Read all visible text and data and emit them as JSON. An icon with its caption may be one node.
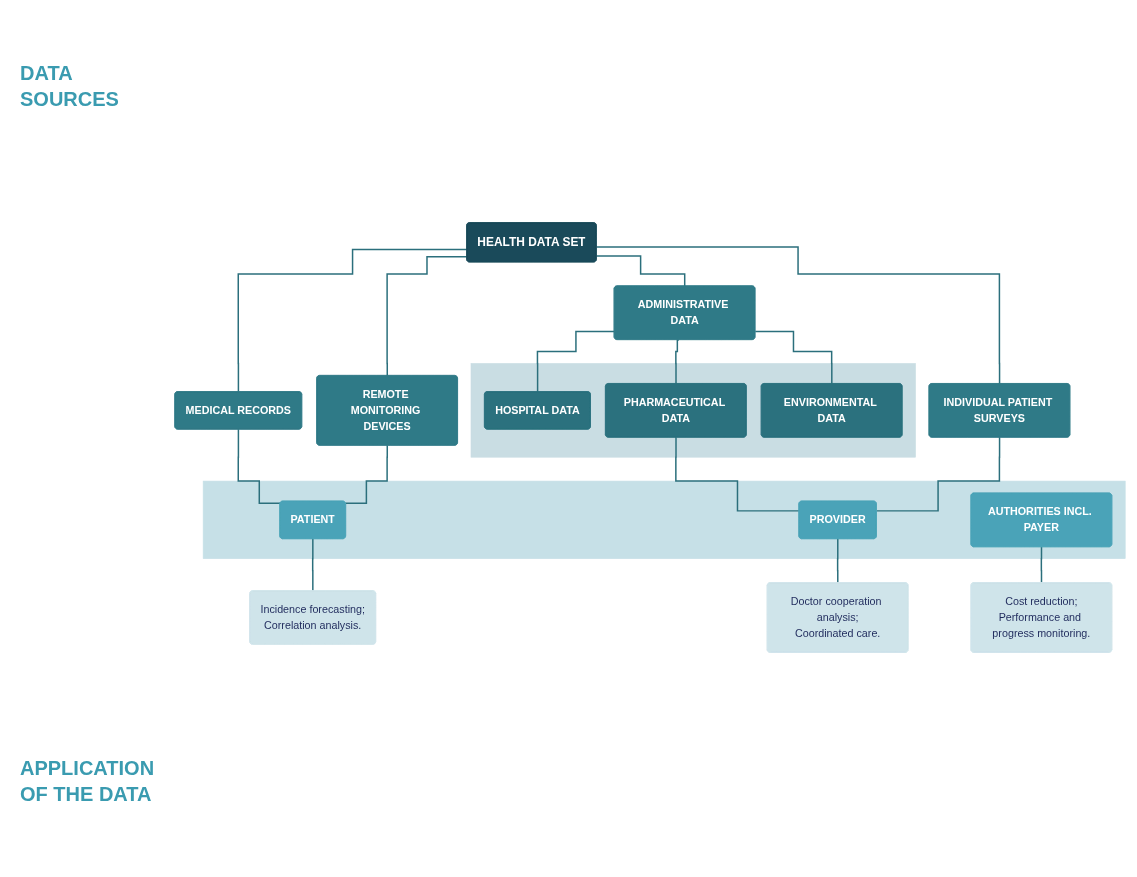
{
  "diagram": {
    "nodes": [
      {
        "text": [
          "HEALTH DATA SET"
        ]
      },
      {
        "text": [
          "MEDICAL RECORDS"
        ]
      },
      {
        "text": [
          "REMOTE MONITORING DEVICES"
        ]
      },
      {
        "text": [
          "ADMINISTRATIVE DATA"
        ]
      },
      {
        "text": [
          "INDIVIDUAL PATIENT SURVEYS"
        ]
      },
      {
        "text": [],
        "shape": "box"
      },
      {
        "text": [
          "HOSPITAL DATA"
        ],
        "in": 5
      },
      {
        "text": [
          "PHARMACEUTICAL DATA"
        ],
        "in": 5
      },
      {
        "text": [
          "ENVIRONMENTAL DATA"
        ],
        "in": 5
      },
      {
        "text": [],
        "shape": "box"
      },
      {
        "text": [
          "PATIENT"
        ],
        "in": 9
      },
      {
        "text": [
          "PROVIDER"
        ],
        "in": 9
      },
      {
        "text": [
          "AUTHORITIES INCL. PAYER"
        ],
        "in": 9
      },
      {
        "text": [
          "Incidence forecasting;",
          "Correlation analysis."
        ]
      },
      {
        "text": [
          "Doctor cooperation analysis;",
          "Coordinated care."
        ]
      },
      {
        "text": [
          "Cost reduction;",
          "Performance and progress monitoring."
        ]
      }
    ],
    "edges": [
      {
        "from": 0,
        "to": 1,
        "arrow": "none"
      },
      {
        "from": 0,
        "to": 2,
        "arrow": "none"
      },
      {
        "from": 0,
        "to": 3,
        "arrow": "none"
      },
      {
        "from": 0,
        "to": 4,
        "arrow": "none"
      },
      {
        "from": 1,
        "to": 10,
        "arrow": "none"
      },
      {
        "from": 2,
        "to": 10,
        "arrow": "none"
      },
      {
        "from": 3,
        "to": 6,
        "arrow": "none"
      },
      {
        "from": 3,
        "to": 7,
        "arrow": "none"
      },
      {
        "from": 3,
        "to": 8,
        "arrow": "none"
      },
      {
        "from": 7,
        "to": 11,
        "arrow": "none"
      },
      {
        "from": 4,
        "to": 11,
        "arrow": "none"
      },
      {
        "from": 10,
        "to": 13,
        "arrow": "none"
      },
      {
        "from": 11,
        "to": 14,
        "arrow": "none"
      },
      {
        "from": 12,
        "to": 15,
        "arrow": "none"
      }
    ],
    "labels": [
      "DATA SOURCES",
      "APPLICATION OF THE DATA"
    ]
  }
}
